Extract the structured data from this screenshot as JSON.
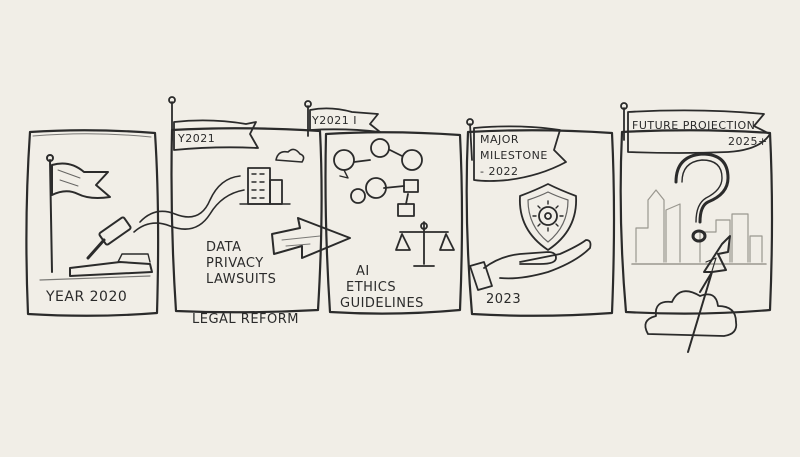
{
  "colors": {
    "background": "#f1eee7",
    "ink": "#2b2b2b",
    "faint_ink": "#9a978f"
  },
  "panels": [
    {
      "title": "YEAR 2020",
      "icons": [
        "flag-icon",
        "gavel-icon"
      ]
    },
    {
      "flag": "Y2021",
      "lines": [
        "DATA",
        "PRIVACY",
        "LAWSUITS"
      ],
      "caption": "LEGAL REFORM",
      "icons": [
        "building-icon",
        "cloud-icon"
      ]
    },
    {
      "flag": "Y2021 I",
      "lines": [
        "AI",
        "ETHICS",
        "GUIDELINES"
      ],
      "icons": [
        "process-nodes-icon",
        "scales-icon"
      ]
    },
    {
      "flag_lines": [
        "MAJOR",
        "MILESTONE",
        "- 2022"
      ],
      "year": "2023",
      "icons": [
        "shield-gear-icon",
        "hand-icon"
      ]
    },
    {
      "flag_lines": [
        "FUTURE PROJECTION",
        "2025+"
      ],
      "icons": [
        "question-mark-icon",
        "skyline-icon",
        "lightning-icon",
        "cloud-icon"
      ]
    }
  ]
}
